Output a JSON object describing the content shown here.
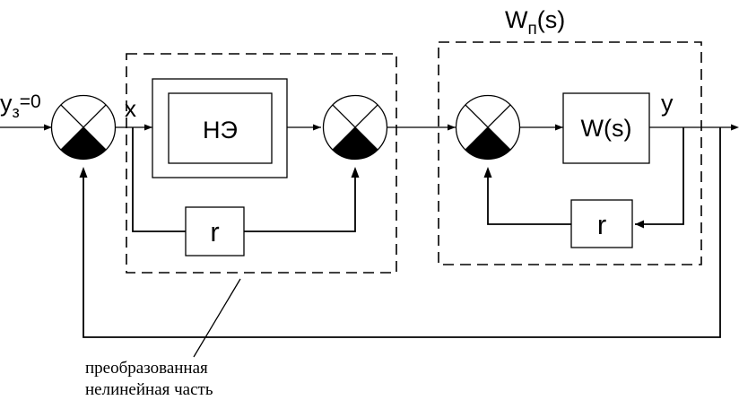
{
  "labels": {
    "input_symbol": "y",
    "input_subscript": "з",
    "input_value": "=0",
    "x": "x",
    "y": "y",
    "ne_block": "НЭ",
    "r_block_left": "r",
    "r_block_right": "r",
    "w_block": "W(s)",
    "wp_symbol": "W",
    "wp_subscript": "п",
    "wp_arg": "(s)",
    "caption_line1": "преобразованная",
    "caption_line2": "нелинейная часть"
  }
}
